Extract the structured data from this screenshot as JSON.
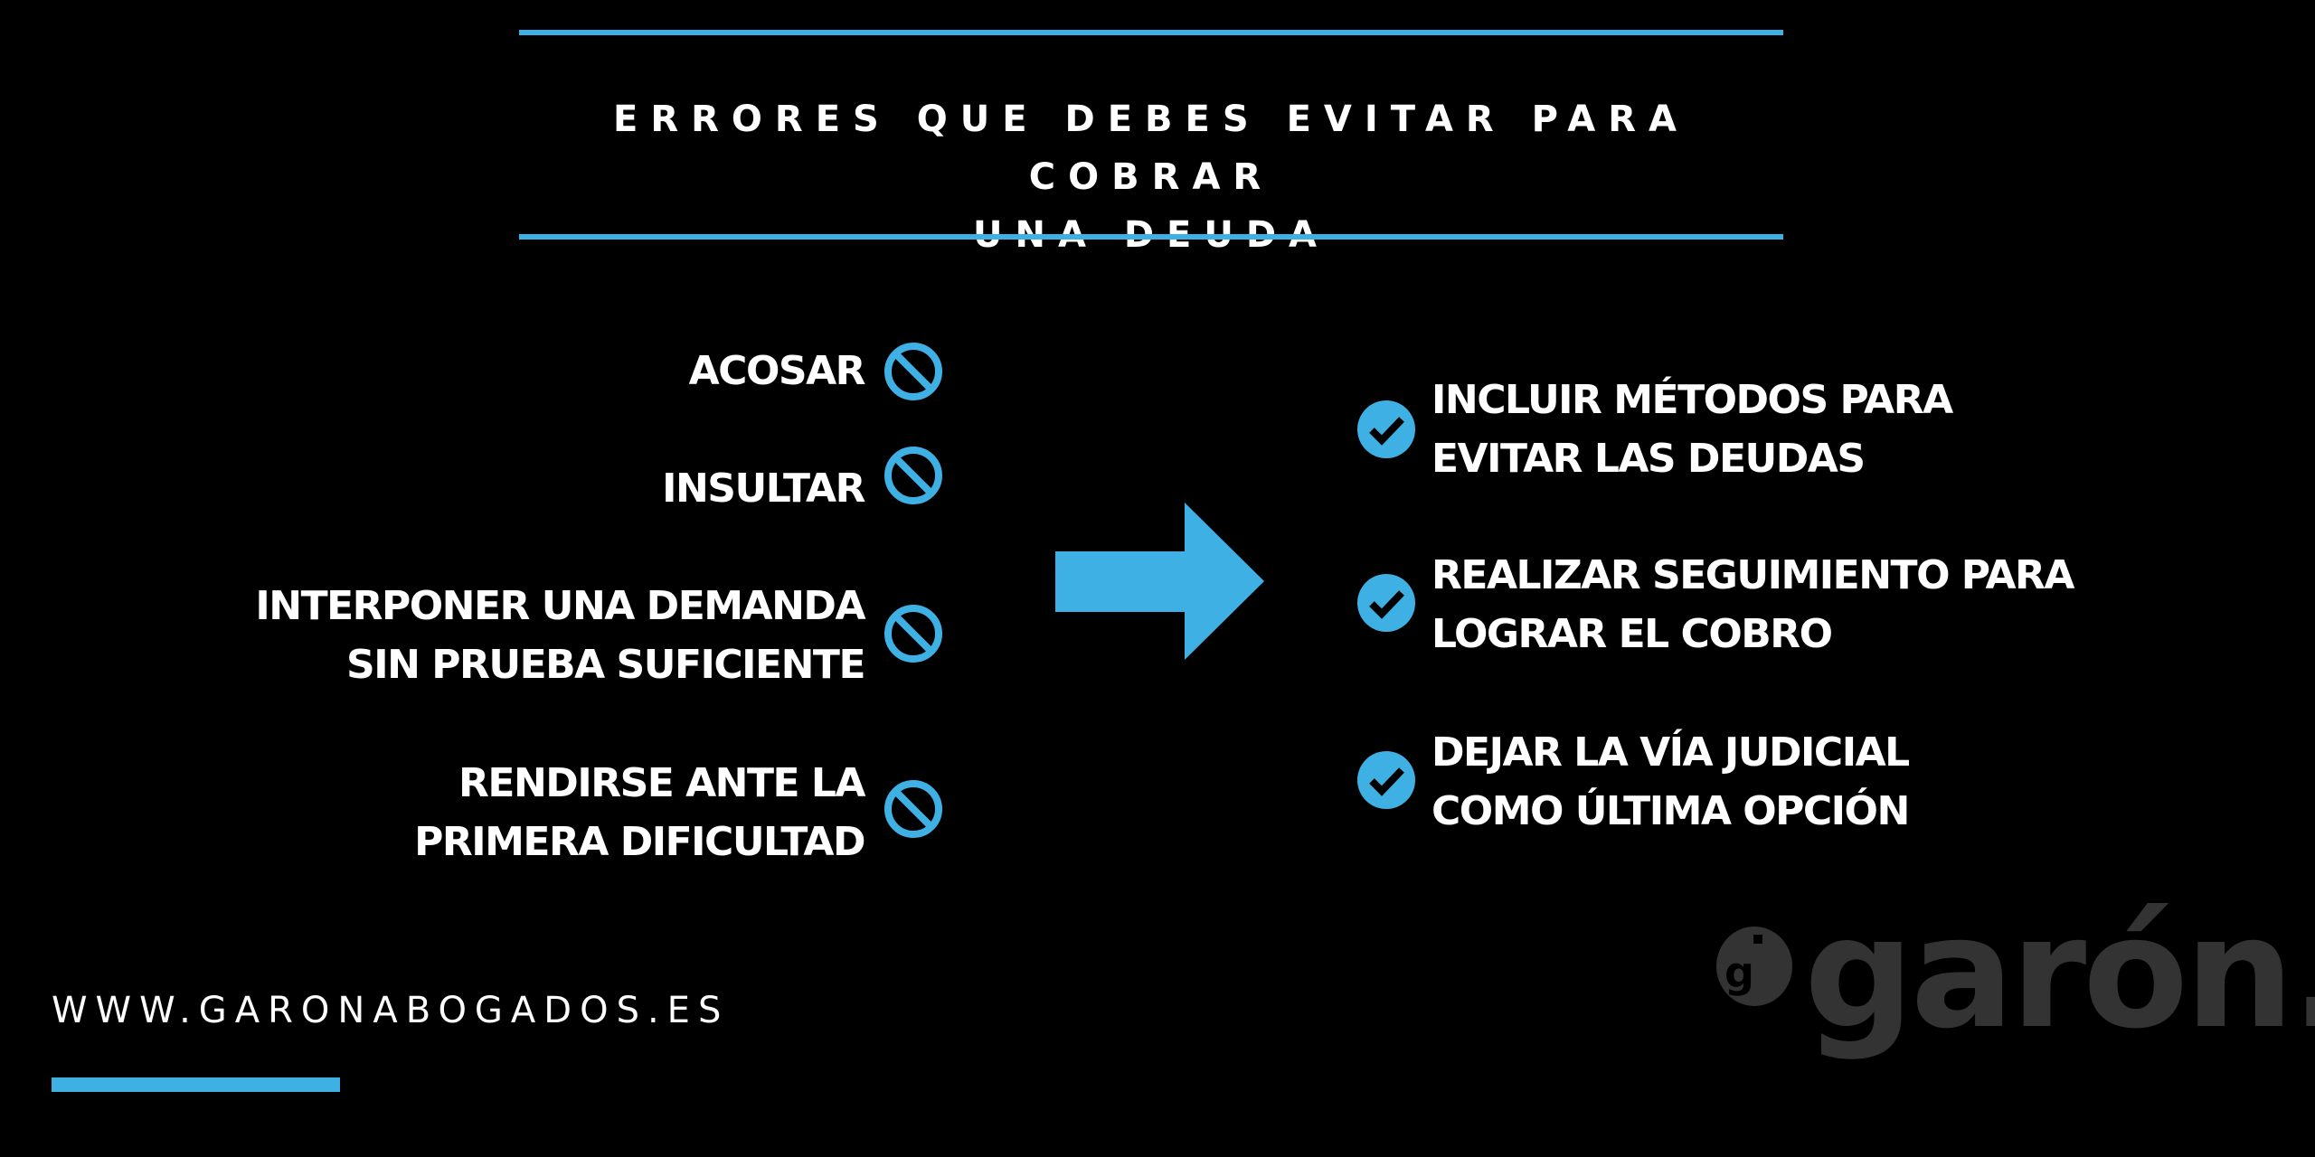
{
  "header": {
    "title_line1": "ERRORES QUE DEBES EVITAR PARA COBRAR",
    "title_line2": "UNA DEUDA"
  },
  "avoid_list": {
    "icon": "ban-icon",
    "items": [
      {
        "line1": "ACOSAR",
        "line2": ""
      },
      {
        "line1": "INSULTAR",
        "line2": ""
      },
      {
        "line1": "INTERPONER UNA DEMANDA",
        "line2": "SIN PRUEBA SUFICIENTE"
      },
      {
        "line1": "RENDIRSE ANTE LA",
        "line2": "PRIMERA DIFICULTAD"
      }
    ]
  },
  "arrow": {
    "icon": "arrow-right-icon"
  },
  "do_list": {
    "icon": "check-circle-icon",
    "items": [
      {
        "line1": "INCLUIR MÉTODOS PARA",
        "line2": "EVITAR LAS DEUDAS"
      },
      {
        "line1": "REALIZAR SEGUIMIENTO PARA",
        "line2": "LOGRAR EL COBRO"
      },
      {
        "line1": "DEJAR LA VÍA JUDICIAL",
        "line2": "COMO ÚLTIMA OPCIÓN"
      }
    ]
  },
  "footer": {
    "url": "WWW.GARONABOGADOS.ES",
    "logo_text": "garón.",
    "logo_badge": "g"
  },
  "colors": {
    "accent": "#3fb0e3",
    "background": "#000000",
    "text": "#ffffff",
    "logo": "#333333"
  }
}
